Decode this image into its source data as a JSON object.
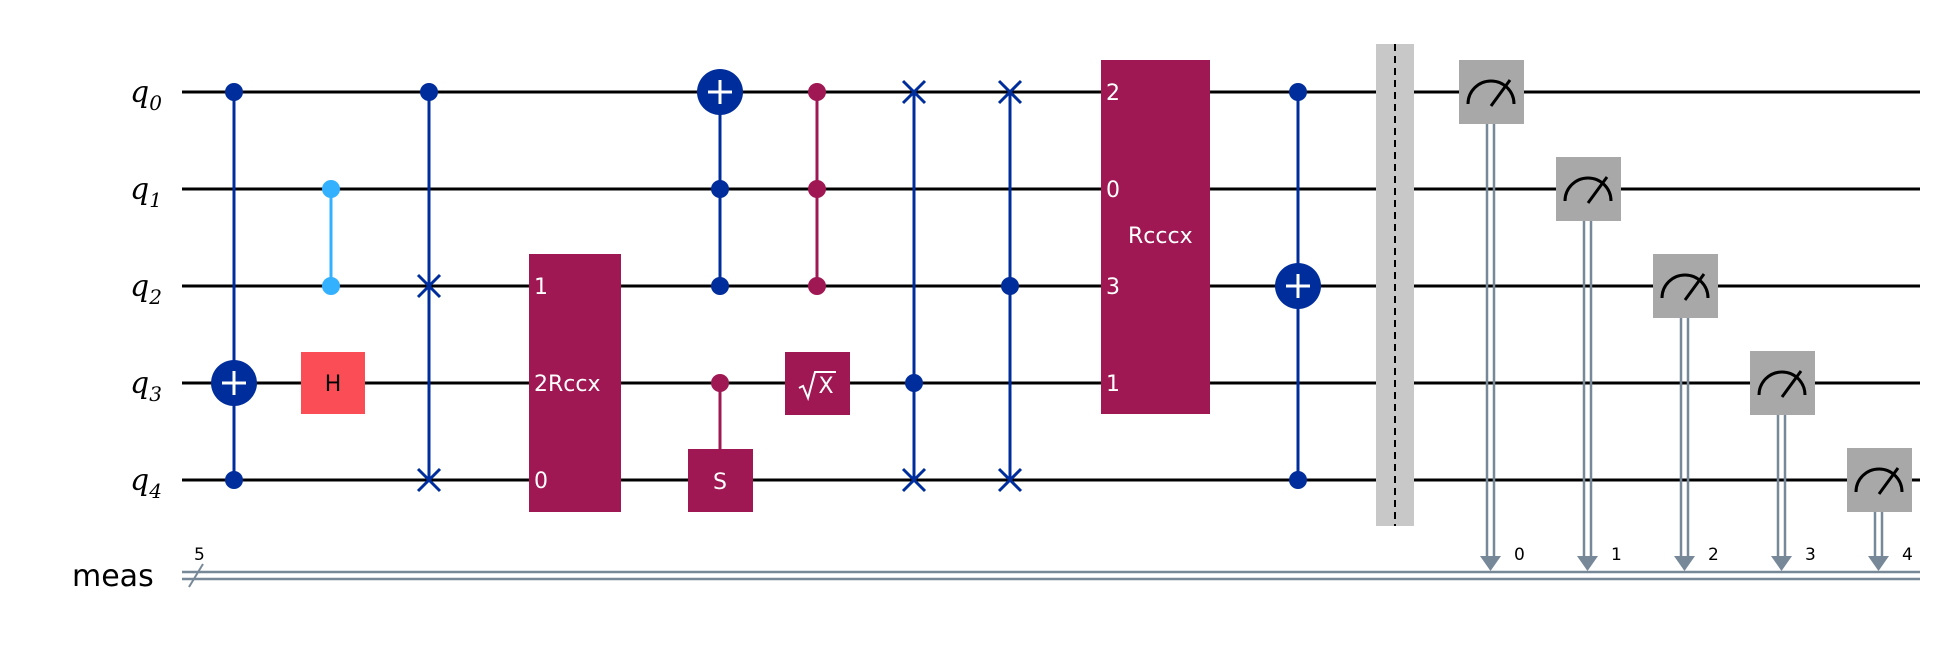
{
  "colors": {
    "wire": "#000000",
    "cx": "#002D9C",
    "cz": "#33B1FF",
    "h": "#FA4D56",
    "purple": "#9F1853",
    "measure_box": "#A8A8A8",
    "classical": "#778899",
    "barrier": "#C8C8C8"
  },
  "qubits": [
    {
      "base": "q",
      "sub": "0"
    },
    {
      "base": "q",
      "sub": "1"
    },
    {
      "base": "q",
      "sub": "2"
    },
    {
      "base": "q",
      "sub": "3"
    },
    {
      "base": "q",
      "sub": "4"
    }
  ],
  "creg": {
    "name": "meas",
    "size": "5",
    "bits": [
      "0",
      "1",
      "2",
      "3",
      "4"
    ]
  },
  "gates": {
    "h": "H",
    "s": "S",
    "sx": "X",
    "rccx": {
      "name": "Rccx",
      "ports": [
        "1",
        "2",
        "0"
      ]
    },
    "rcccx": {
      "name": "Rcccx",
      "ports": [
        "2",
        "0",
        "3",
        "1"
      ]
    }
  }
}
